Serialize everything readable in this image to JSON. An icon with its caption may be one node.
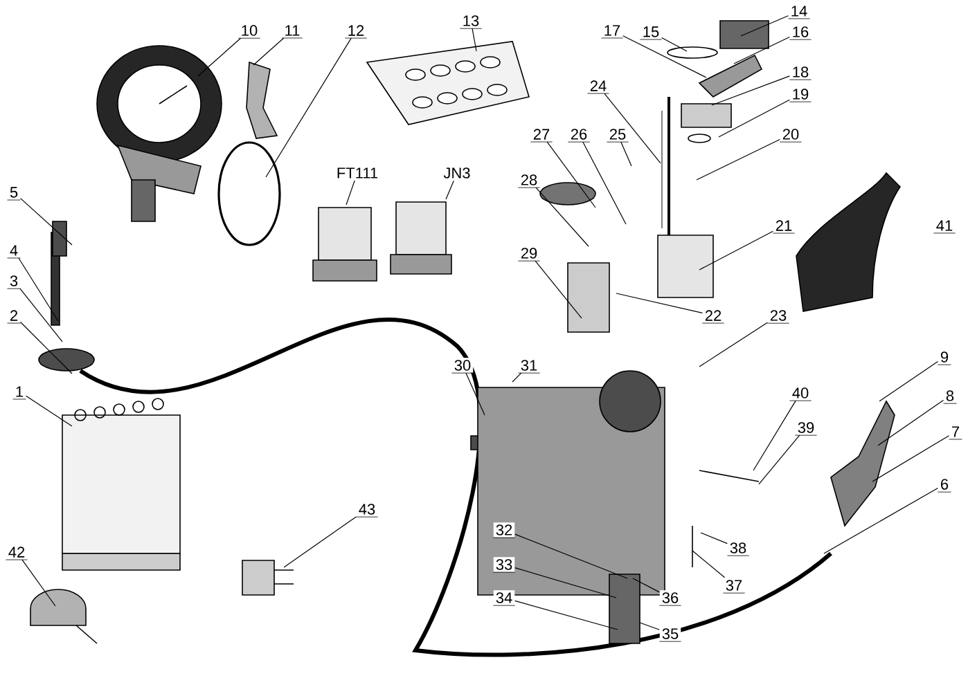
{
  "diagram": {
    "nodes": [
      {
        "text": [
          "1"
        ]
      },
      {
        "text": [
          "2"
        ]
      },
      {
        "text": [
          "3"
        ]
      },
      {
        "text": [
          "4"
        ]
      },
      {
        "text": [
          "5"
        ]
      },
      {
        "text": [
          "6"
        ]
      },
      {
        "text": [
          "7"
        ]
      },
      {
        "text": [
          "8"
        ]
      },
      {
        "text": [
          "9"
        ]
      },
      {
        "text": [
          "10"
        ]
      },
      {
        "text": [
          "11"
        ]
      },
      {
        "text": [
          "12"
        ]
      },
      {
        "text": [
          "13"
        ]
      },
      {
        "text": [
          "14"
        ]
      },
      {
        "text": [
          "15"
        ]
      },
      {
        "text": [
          "16"
        ]
      },
      {
        "text": [
          "17"
        ]
      },
      {
        "text": [
          "18"
        ]
      },
      {
        "text": [
          "19"
        ]
      },
      {
        "text": [
          "20"
        ]
      },
      {
        "text": [
          "21"
        ]
      },
      {
        "text": [
          "22"
        ]
      },
      {
        "text": [
          "23"
        ]
      },
      {
        "text": [
          "24"
        ]
      },
      {
        "text": [
          "25"
        ]
      },
      {
        "text": [
          "26"
        ]
      },
      {
        "text": [
          "27"
        ]
      },
      {
        "text": [
          "28"
        ]
      },
      {
        "text": [
          "29"
        ]
      },
      {
        "text": [
          "30"
        ]
      },
      {
        "text": [
          "31"
        ]
      },
      {
        "text": [
          "32"
        ]
      },
      {
        "text": [
          "33"
        ]
      },
      {
        "text": [
          "34"
        ]
      },
      {
        "text": [
          "35"
        ]
      },
      {
        "text": [
          "36"
        ]
      },
      {
        "text": [
          "37"
        ]
      },
      {
        "text": [
          "38"
        ]
      },
      {
        "text": [
          "39"
        ]
      },
      {
        "text": [
          "40"
        ]
      },
      {
        "text": [
          "42"
        ]
      },
      {
        "text": [
          "43"
        ]
      },
      {
        "text": [
          "FT111"
        ]
      },
      {
        "text": [
          "JN3"
        ]
      }
    ],
    "edges": [
      {
        "from": 0,
        "to": null,
        "arrow": "none"
      },
      {
        "from": 1,
        "to": null,
        "arrow": "none"
      },
      {
        "from": 2,
        "to": null,
        "arrow": "none"
      },
      {
        "from": 3,
        "to": null,
        "arrow": "none"
      },
      {
        "from": 4,
        "to": null,
        "arrow": "none"
      },
      {
        "from": 5,
        "to": null,
        "arrow": "none"
      },
      {
        "from": 6,
        "to": null,
        "arrow": "none"
      },
      {
        "from": 7,
        "to": null,
        "arrow": "none"
      },
      {
        "from": 8,
        "to": null,
        "arrow": "none"
      },
      {
        "from": 9,
        "to": null,
        "arrow": "none"
      },
      {
        "from": 10,
        "to": null,
        "arrow": "none"
      },
      {
        "from": 11,
        "to": null,
        "arrow": "none"
      },
      {
        "from": 12,
        "to": null,
        "arrow": "none"
      },
      {
        "from": 13,
        "to": null,
        "arrow": "none"
      },
      {
        "from": 14,
        "to": null,
        "arrow": "none"
      },
      {
        "from": 15,
        "to": null,
        "arrow": "none"
      },
      {
        "from": 16,
        "to": null,
        "arrow": "none"
      },
      {
        "from": 17,
        "to": null,
        "arrow": "none"
      },
      {
        "from": 18,
        "to": null,
        "arrow": "none"
      },
      {
        "from": 19,
        "to": null,
        "arrow": "none"
      },
      {
        "from": 20,
        "to": null,
        "arrow": "none"
      },
      {
        "from": 21,
        "to": null,
        "arrow": "none"
      },
      {
        "from": 22,
        "to": null,
        "arrow": "none"
      },
      {
        "from": 23,
        "to": null,
        "arrow": "none"
      },
      {
        "from": 24,
        "to": null,
        "arrow": "none"
      },
      {
        "from": 25,
        "to": null,
        "arrow": "none"
      },
      {
        "from": 26,
        "to": null,
        "arrow": "none"
      },
      {
        "from": 27,
        "to": null,
        "arrow": "none"
      },
      {
        "from": 28,
        "to": null,
        "arrow": "none"
      },
      {
        "from": 29,
        "to": null,
        "arrow": "none"
      },
      {
        "from": 30,
        "to": null,
        "arrow": "none"
      },
      {
        "from": 31,
        "to": null,
        "arrow": "none"
      },
      {
        "from": 32,
        "to": null,
        "arrow": "none"
      },
      {
        "from": 33,
        "to": null,
        "arrow": "none"
      },
      {
        "from": 34,
        "to": null,
        "arrow": "none"
      },
      {
        "from": 35,
        "to": null,
        "arrow": "none"
      },
      {
        "from": 36,
        "to": null,
        "arrow": "none"
      },
      {
        "from": 37,
        "to": null,
        "arrow": "none"
      },
      {
        "from": 38,
        "to": null,
        "arrow": "none"
      },
      {
        "from": 39,
        "to": null,
        "arrow": "none"
      },
      {
        "from": 40,
        "to": null,
        "arrow": "none"
      },
      {
        "from": 41,
        "to": null,
        "arrow": "none"
      },
      {
        "from": 42,
        "to": null,
        "arrow": "none"
      },
      {
        "from": 43,
        "to": null,
        "arrow": "none"
      }
    ],
    "labels": [
      "41"
    ]
  }
}
